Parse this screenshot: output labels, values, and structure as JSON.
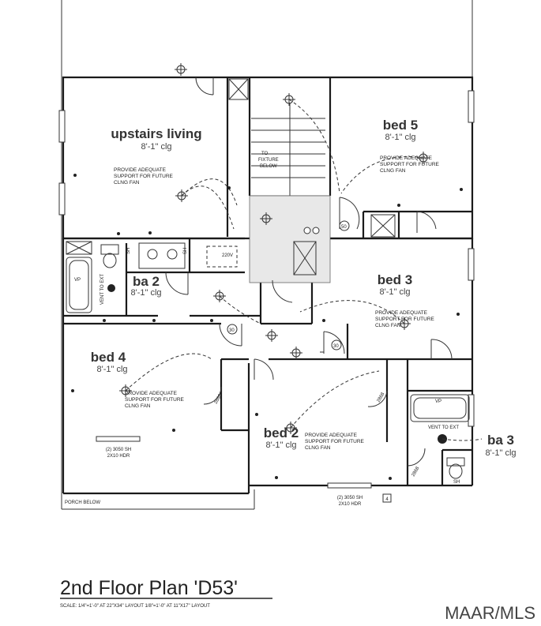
{
  "rooms": {
    "upstairs_living": {
      "name": "upstairs living",
      "ceiling": "8'-1\" clg"
    },
    "bed5": {
      "name": "bed 5",
      "ceiling": "8'-1\" clg"
    },
    "bed3": {
      "name": "bed 3",
      "ceiling": "8'-1\" clg"
    },
    "bed4": {
      "name": "bed 4",
      "ceiling": "8'-1\" clg"
    },
    "bed2": {
      "name": "bed 2",
      "ceiling": "8'-1\" clg"
    },
    "ba2": {
      "name": "ba 2",
      "ceiling": "8'-1\" clg"
    },
    "ba3": {
      "name": "ba 3",
      "ceiling": "8'-1\" clg"
    }
  },
  "notes": {
    "fan_line1": "PROVIDE ADEQUATE",
    "fan_line2": "SUPPORT FOR FUTURE",
    "fan_line3": "CLNG FAN",
    "fixture_line1": "TO",
    "fixture_line2": "FIXTURE",
    "fixture_line3": "BELOW",
    "vent_to_ext": "VENT TO EXT",
    "vp": "VP",
    "v220": "220V",
    "porch_below": "PORCH BELOW",
    "window_bed4_line1": "(2) 3050 SH",
    "window_bed4_line2": "2X10 HDR",
    "window_bed2_line1": "(2) 3050 SH",
    "window_bed2_line2": "2X10 HDR",
    "door_2868": "2868",
    "door_30": "30",
    "door_50": "50",
    "sh": "SH",
    "marker_4": "4"
  },
  "title": {
    "text": "2nd Floor Plan 'D53'",
    "scale": "SCALE: 1/4\"=1'-0\" AT 22\"X34\" LAYOUT    1/8\"=1'-0\" AT 11\"X17\" LAYOUT"
  },
  "watermark": "MAAR/MLS"
}
